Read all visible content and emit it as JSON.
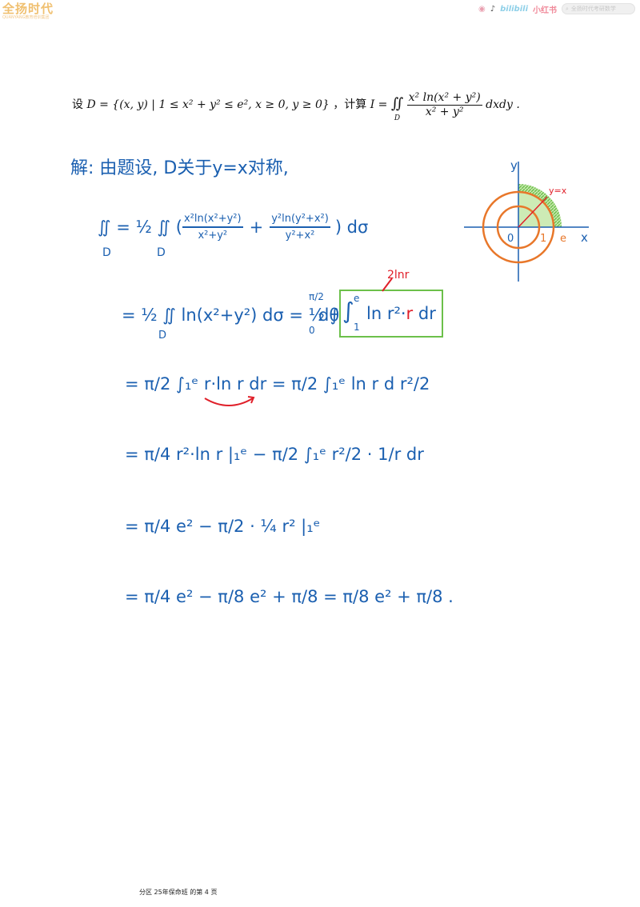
{
  "header": {
    "brand_left": "全扬时代",
    "brand_left_sub": "QUANYANG教育培训集团",
    "social_bili": "bilibili",
    "social_xhs": "小红书",
    "search_placeholder": "全扬时代考研数学"
  },
  "problem": {
    "set_text": "设",
    "D_def": "D = {(x, y) | 1 ≤ x² + y² ≤ e², x ≥ 0, y ≥ 0}",
    "compute_text": "，计算",
    "I_lhs": "I =",
    "integral": "∬",
    "sub_D": "D",
    "numerator": "x² ln(x² + y²)",
    "denominator": "x² + y²",
    "tail": "dxdy ."
  },
  "solution": {
    "line1": "解: 由题设, D关于y=x对称,",
    "line2_lhs": "∬ = ½ ∬ ( ",
    "line2_frac1_num": "x²ln(x²+y²)",
    "line2_frac1_den": "x²+y²",
    "plus": "+",
    "line2_frac2_num": "y²ln(y²+x²)",
    "line2_frac2_den": "y²+x²",
    "line2_end": ") dσ",
    "sub_D": "D",
    "line3": "= ½ ∬ ln(x²+y²) dσ = ½ ∫",
    "line3_upper": "π/2",
    "line3_lower": "0",
    "line3_dtheta": "dθ",
    "box_int": "∫",
    "box_upper": "e",
    "box_lower": "1",
    "box_body1": "ln r²·",
    "box_r": "r",
    "box_body2": " dr",
    "annot_2lnr": "2lnr",
    "line4": "= π/2 ∫₁ᵉ r·ln r dr = π/2 ∫₁ᵉ ln r d r²/2",
    "line5": "= π/4 r²·ln r |₁ᵉ − π/2 ∫₁ᵉ r²/2 · 1/r dr",
    "line6": "= π/4 e² − π/2 · ¼ r² |₁ᵉ",
    "line7": "= π/4 e² − π/8 e² + π/8 = π/8 e² + π/8 ."
  },
  "figure": {
    "y_axis": "y",
    "x_axis": "x",
    "origin": "0",
    "tick_1": "1",
    "tick_e": "e",
    "line_label": "y=x",
    "colors": {
      "ring": "#e8772a",
      "shade": "#6cc04a",
      "line": "#e0202a",
      "axis": "#1a5fb0"
    }
  },
  "footer": {
    "text": "分区 25年保命班 的第 4 页"
  }
}
